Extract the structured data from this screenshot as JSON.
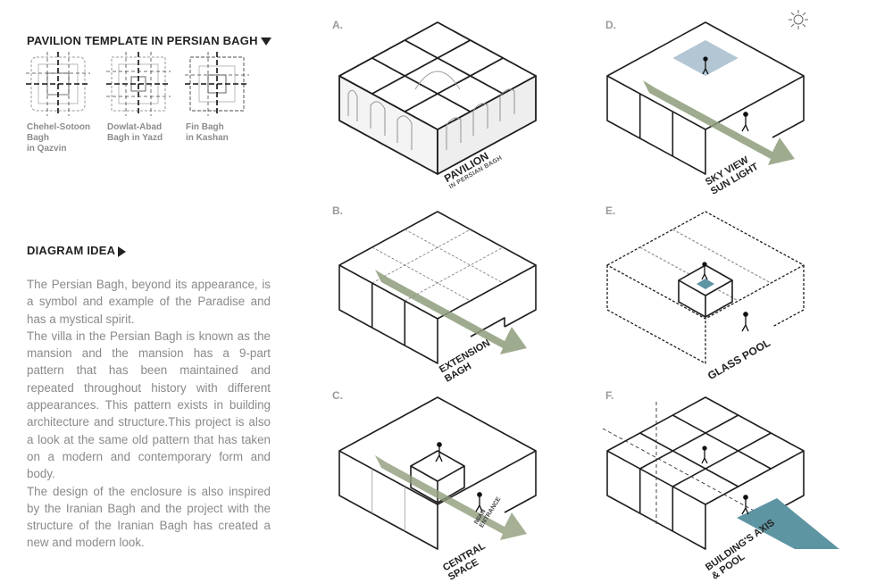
{
  "headings": {
    "pavilion": "PAVILION TEMPLATE IN PERSIAN BAGH",
    "diagram": "DIAGRAM IDEA"
  },
  "plans": [
    {
      "line1": "Chehel-Sotoon",
      "line2": "Bagh",
      "line3": "in Qazvin"
    },
    {
      "line1": "Dowlat-Abad",
      "line2": "Bagh in Yazd",
      "line3": ""
    },
    {
      "line1": "Fin Bagh",
      "line2": "in Kashan",
      "line3": ""
    }
  ],
  "description": [
    "The Persian Bagh, beyond its appearance, is a symbol and example of the Paradise and has a mystical spirit.",
    "The villa in the Persian Bagh is known as the mansion and the mansion has a 9-part pattern that has been maintained and repeated throughout history with different appearances.  This pattern exists in building architecture and structure.This project is also a look at the same old pattern that has taken on a modern and contemporary form and body.",
    "The design of the enclosure is also inspired by the Iranian Bagh and the project with the structure of the Iranian Bagh has created a new and modern look."
  ],
  "diagrams": {
    "a": {
      "letter": "A.",
      "label1": "PAVILION",
      "label2": "IN PERSIAN BAGH"
    },
    "b": {
      "letter": "B.",
      "label1": "EXTENSION",
      "label2": "BAGH"
    },
    "c": {
      "letter": "C.",
      "label1": "CENTRAL",
      "label2": "SPACE",
      "label3": "IWAN",
      "label4": "ENTRANCE"
    },
    "d": {
      "letter": "D.",
      "label1": "SKY VIEW",
      "label2": "SUN LIGHT"
    },
    "e": {
      "letter": "E.",
      "label1": "GLASS POOL"
    },
    "f": {
      "letter": "F.",
      "label1": "BUILDING'S AXIS",
      "label2": "& POOL"
    }
  },
  "colors": {
    "axis_arrow": "#8e9c7a",
    "pool": "#5e95a3",
    "line": "#1e1e1e"
  }
}
